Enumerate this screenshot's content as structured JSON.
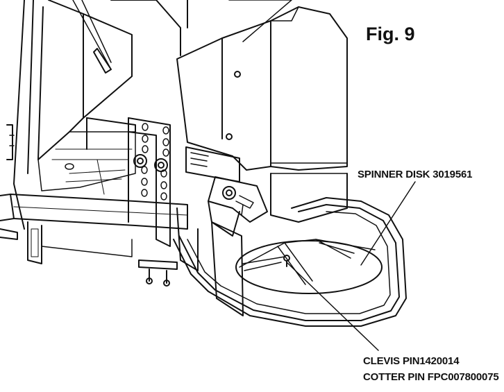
{
  "figure": {
    "label": "Fig. 9"
  },
  "callouts": {
    "spinner_disk": "SPINNER DISK 3019561",
    "clevis_pin": "CLEVIS PIN1420014",
    "cotter_pin": "COTTER PIN FPC007800075"
  }
}
